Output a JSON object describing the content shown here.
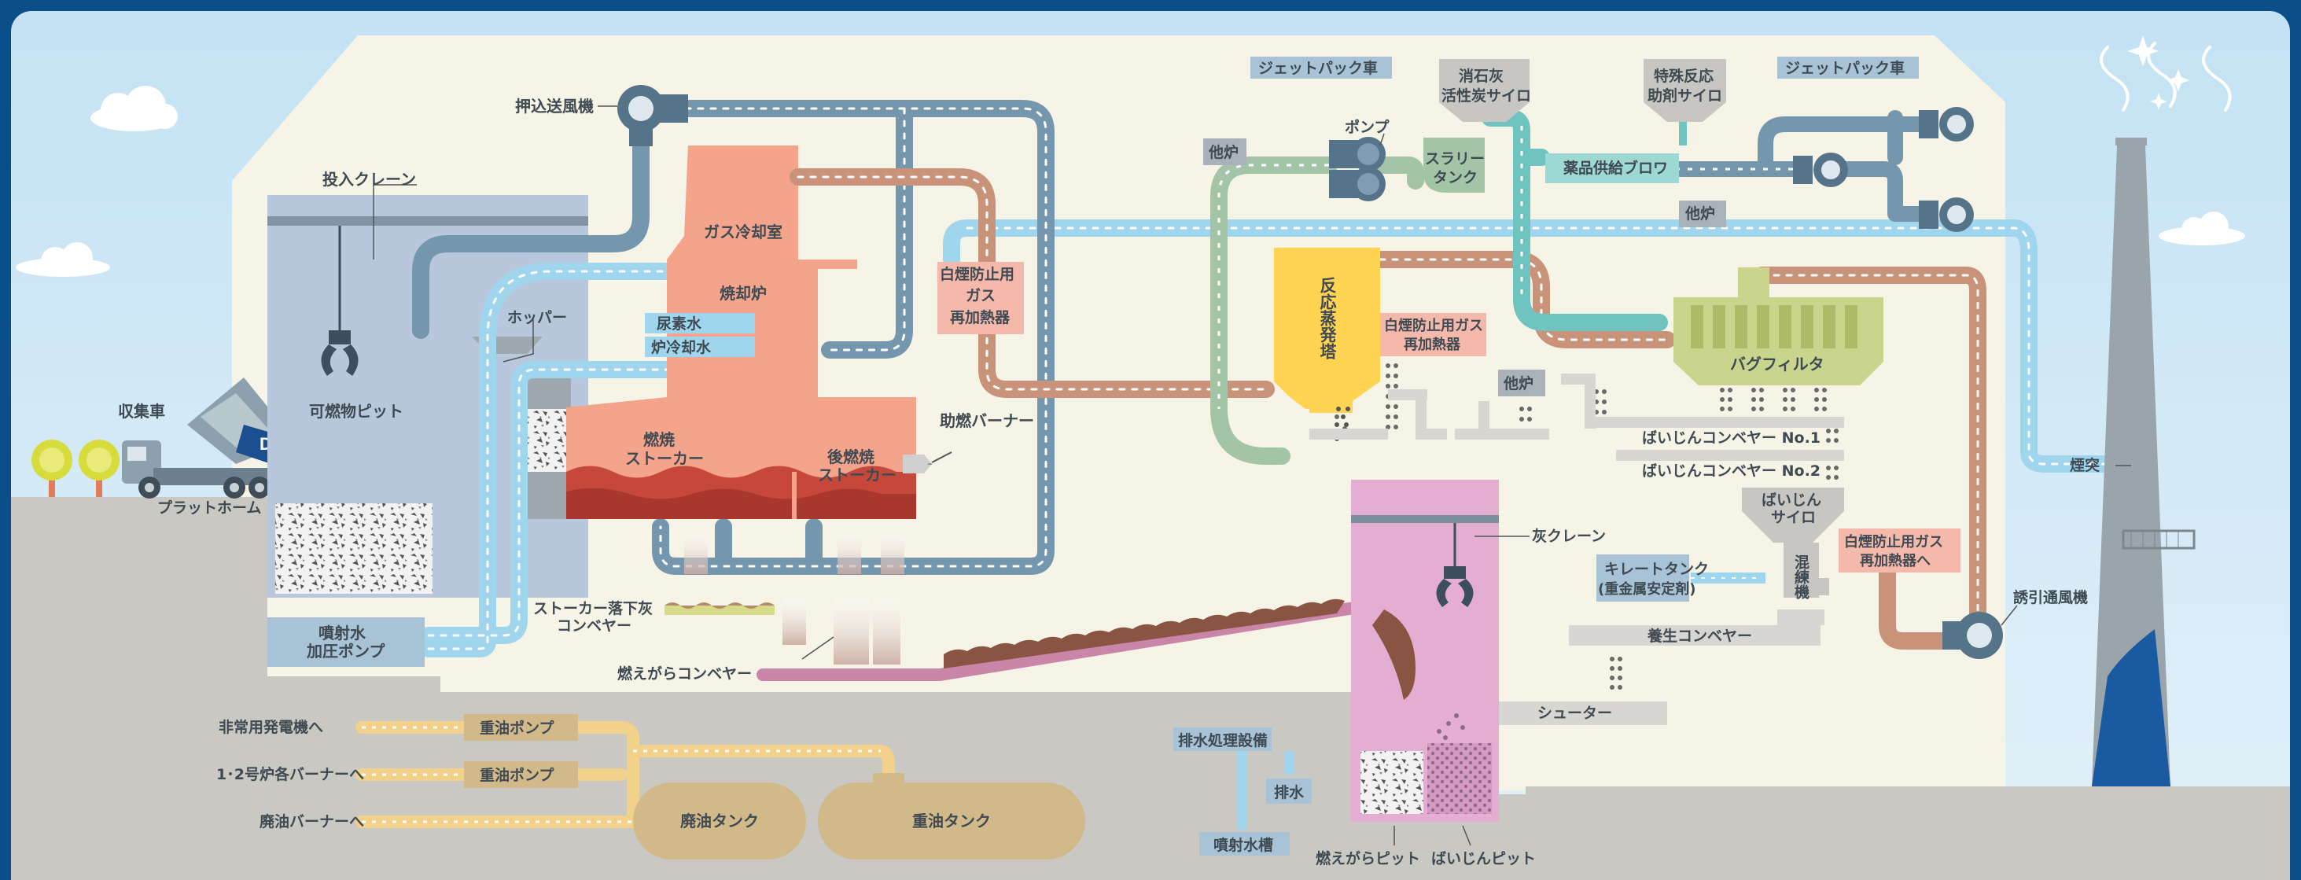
{
  "labels": {
    "push_fan": "押込送風機",
    "input_crane": "投入クレーン",
    "gas_cooling_room": "ガス冷却室",
    "incinerator": "焼却炉",
    "urea_water": "尿素水",
    "furnace_cooling_water": "炉冷却水",
    "hopper": "ホッパー",
    "combustible_pit": "可燃物ピット",
    "collection_truck": "収集車",
    "platform": "プラットホーム",
    "combustion_stoker_1": "燃焼",
    "combustion_stoker_2": "ストーカー",
    "post_combustion_1": "後燃焼",
    "post_combustion_2": "ストーカー",
    "aux_burner": "助燃バーナー",
    "spray_pump_1": "噴射水",
    "spray_pump_2": "加圧ポンプ",
    "stoker_ash_conveyor_1": "ストーカー落下灰",
    "stoker_ash_conveyor_2": "コンベヤー",
    "cinder_conveyor": "燃えがらコンベヤー",
    "reheater_1_a": "白煙防止用",
    "reheater_1_b": "ガス",
    "reheater_1_c": "再加熱器",
    "jetpack_truck_1": "ジェットパック車",
    "lime_silo_1": "消石灰",
    "lime_silo_2": "活性炭サイロ",
    "pump": "ポンプ",
    "other_furnace_1": "他炉",
    "slurry_tank_1": "スラリー",
    "slurry_tank_2": "タンク",
    "special_silo_1": "特殊反応",
    "special_silo_2": "助剤サイロ",
    "jetpack_truck_2": "ジェットパック車",
    "chemical_blower": "薬品供給ブロワ",
    "other_furnace_2": "他炉",
    "reaction_tower": "反応蒸発塔",
    "reheater_2_a": "白煙防止用ガス",
    "reheater_2_b": "再加熱器",
    "bag_filter": "バグフィルタ",
    "other_furnace_3": "他炉",
    "dust_conveyor_1": "ばいじんコンベヤー No.1",
    "dust_conveyor_2": "ばいじんコンベヤー No.2",
    "dust_silo_1": "ばいじん",
    "dust_silo_2": "サイロ",
    "kneader": "混練機",
    "chelate_1": "キレートタンク",
    "chelate_2": "(重金属安定剤)",
    "reheater_3_a": "白煙防止用ガス",
    "reheater_3_b": "再加熱器へ",
    "induced_fan": "誘引通風機",
    "chimney": "煙突",
    "ash_crane": "灰クレーン",
    "curing_conveyor": "養生コンベヤー",
    "shooter": "シューター",
    "cinder_pit": "燃えがらピット",
    "dust_pit": "ばいじんピット",
    "wastewater": "排水処理設備",
    "drain": "排水",
    "spray_tank": "噴射水槽",
    "emergency_gen": "非常用発電機へ",
    "heavy_oil_pump_1": "重油ポンプ",
    "burners_1_2": "1･2号炉各バーナーへ",
    "heavy_oil_pump_2": "重油ポンプ",
    "waste_oil_burner": "廃油バーナーへ",
    "waste_oil_tank": "廃油タンク",
    "heavy_oil_tank": "重油タンク",
    "truck_logo": "DK"
  },
  "colors": {
    "sky": "#d3e9f6",
    "frame": "#0a4f8a",
    "plant_bg": "#f6f4e6",
    "ground": "#c9c8c3",
    "incinerator": "#f4a48b",
    "gas_pipe": "#7497ae",
    "water_pipe": "#9fd6ee",
    "flue_pipe": "#c9937a",
    "green_pipe": "#a4c4a7",
    "teal_pipe": "#6fc4c0",
    "reaction_tower": "#ffd452",
    "bag_filter": "#c9d48c",
    "ash_pit": "#e4aed2",
    "oil": "#d2b98a",
    "oil_pipe": "#f2d28a",
    "label_box_blue": "#a9c3d6",
    "label_box_pink": "#f4b9ab",
    "label_box_grey": "#c8c6c2"
  },
  "icons": [
    "tree-icon",
    "dump-truck-icon",
    "crane-claw-icon",
    "fan-icon",
    "pump-icon",
    "smoke-icon",
    "sparkle-icon",
    "cloud-icon"
  ]
}
